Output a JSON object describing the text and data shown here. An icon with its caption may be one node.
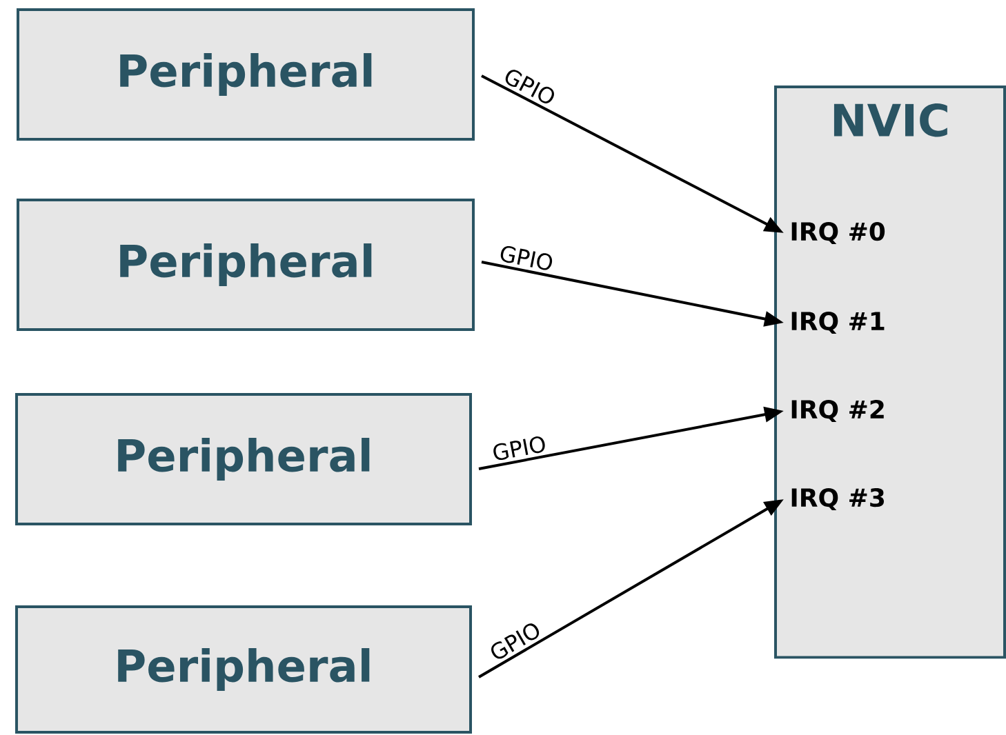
{
  "diagram": {
    "nodes": [
      {
        "text": [
          "Peripheral"
        ]
      },
      {
        "text": [
          "Peripheral"
        ]
      },
      {
        "text": [
          "Peripheral"
        ]
      },
      {
        "text": [
          "Peripheral"
        ]
      },
      {
        "text": [
          "NVIC"
        ]
      },
      {
        "text": [
          "IRQ #0"
        ],
        "in": 4
      },
      {
        "text": [
          "IRQ #1"
        ],
        "in": 4
      },
      {
        "text": [
          "IRQ #2"
        ],
        "in": 4
      },
      {
        "text": [
          "IRQ #3"
        ],
        "in": 4
      }
    ],
    "edges": [
      {
        "from": 0,
        "to": 5,
        "arrow": "to",
        "label": "GPIO"
      },
      {
        "from": 1,
        "to": 6,
        "arrow": "to",
        "label": "GPIO"
      },
      {
        "from": 2,
        "to": 7,
        "arrow": "to",
        "label": "GPIO"
      },
      {
        "from": 3,
        "to": 8,
        "arrow": "to",
        "label": "GPIO"
      }
    ]
  }
}
